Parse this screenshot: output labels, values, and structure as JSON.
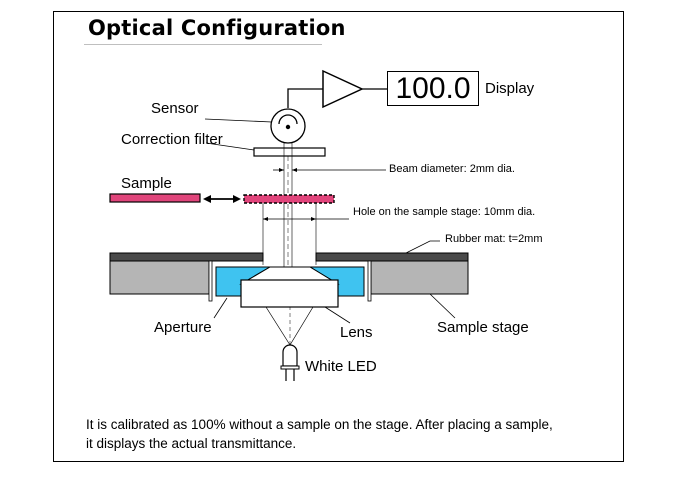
{
  "title": "Optical Configuration",
  "display": {
    "value": "100.0",
    "label": "Display"
  },
  "labels": {
    "sensor": "Sensor",
    "correction_filter": "Correction filter",
    "sample": "Sample",
    "beam_diameter": "Beam diameter: 2mm dia.",
    "hole": "Hole on the sample stage: 10mm dia.",
    "rubber_mat": "Rubber mat: t=2mm",
    "aperture": "Aperture",
    "lens": "Lens",
    "sample_stage": "Sample stage",
    "white_led": "White LED"
  },
  "caption": {
    "line1": "It is calibrated as 100% without a sample on the stage. After placing a sample,",
    "line2": "it displays the actual transmittance."
  },
  "colors": {
    "sample_pink": "#e0457b",
    "aperture_blue": "#3fc3f0",
    "stage_gray": "#b5b5b5",
    "rubber_dark": "#4a4a4a"
  }
}
